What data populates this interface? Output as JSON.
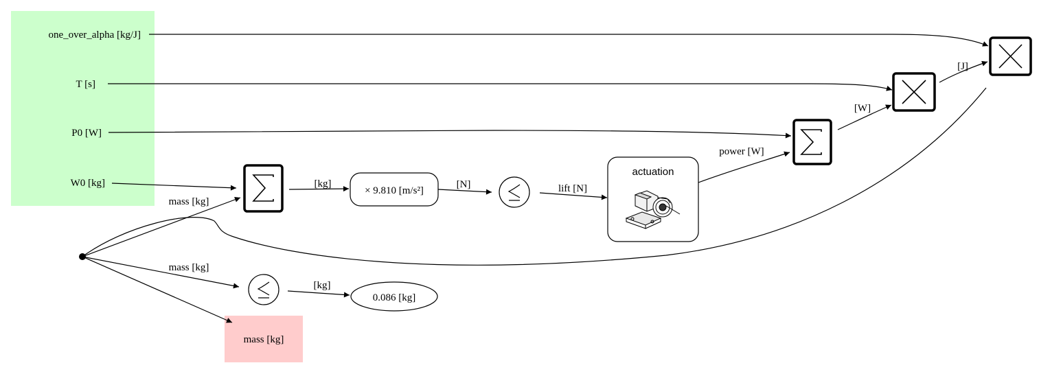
{
  "inputs": {
    "one_over_alpha": "one_over_alpha [kg/J]",
    "T": "T [s]",
    "P0": "P0 [W]",
    "W0": "W0 [kg]"
  },
  "nodes": {
    "gravity_multiplier": "× 9.810 [m/s²]",
    "actuation_title": "actuation",
    "constant_value": "0.086 [kg]",
    "output_mass": "mass [kg]"
  },
  "edge_labels": {
    "sum_to_gravity": "[kg]",
    "gravity_to_leq": "[N]",
    "lift": "lift [N]",
    "power": "power [W]",
    "sum_to_times": "[W]",
    "times_to_times": "[J]",
    "mass_upper": "mass [kg]",
    "mass_lower": "mass [kg]",
    "leq_to_const": "[kg]"
  },
  "colors": {
    "input_fill": "#ccffcc",
    "output_fill": "#ffcccc",
    "stroke": "#000000"
  },
  "icons": {
    "sum": "sigma-icon",
    "times": "multiply-icon",
    "leq": "precedes-equal-icon",
    "actuation": "bearing-block-icon"
  }
}
